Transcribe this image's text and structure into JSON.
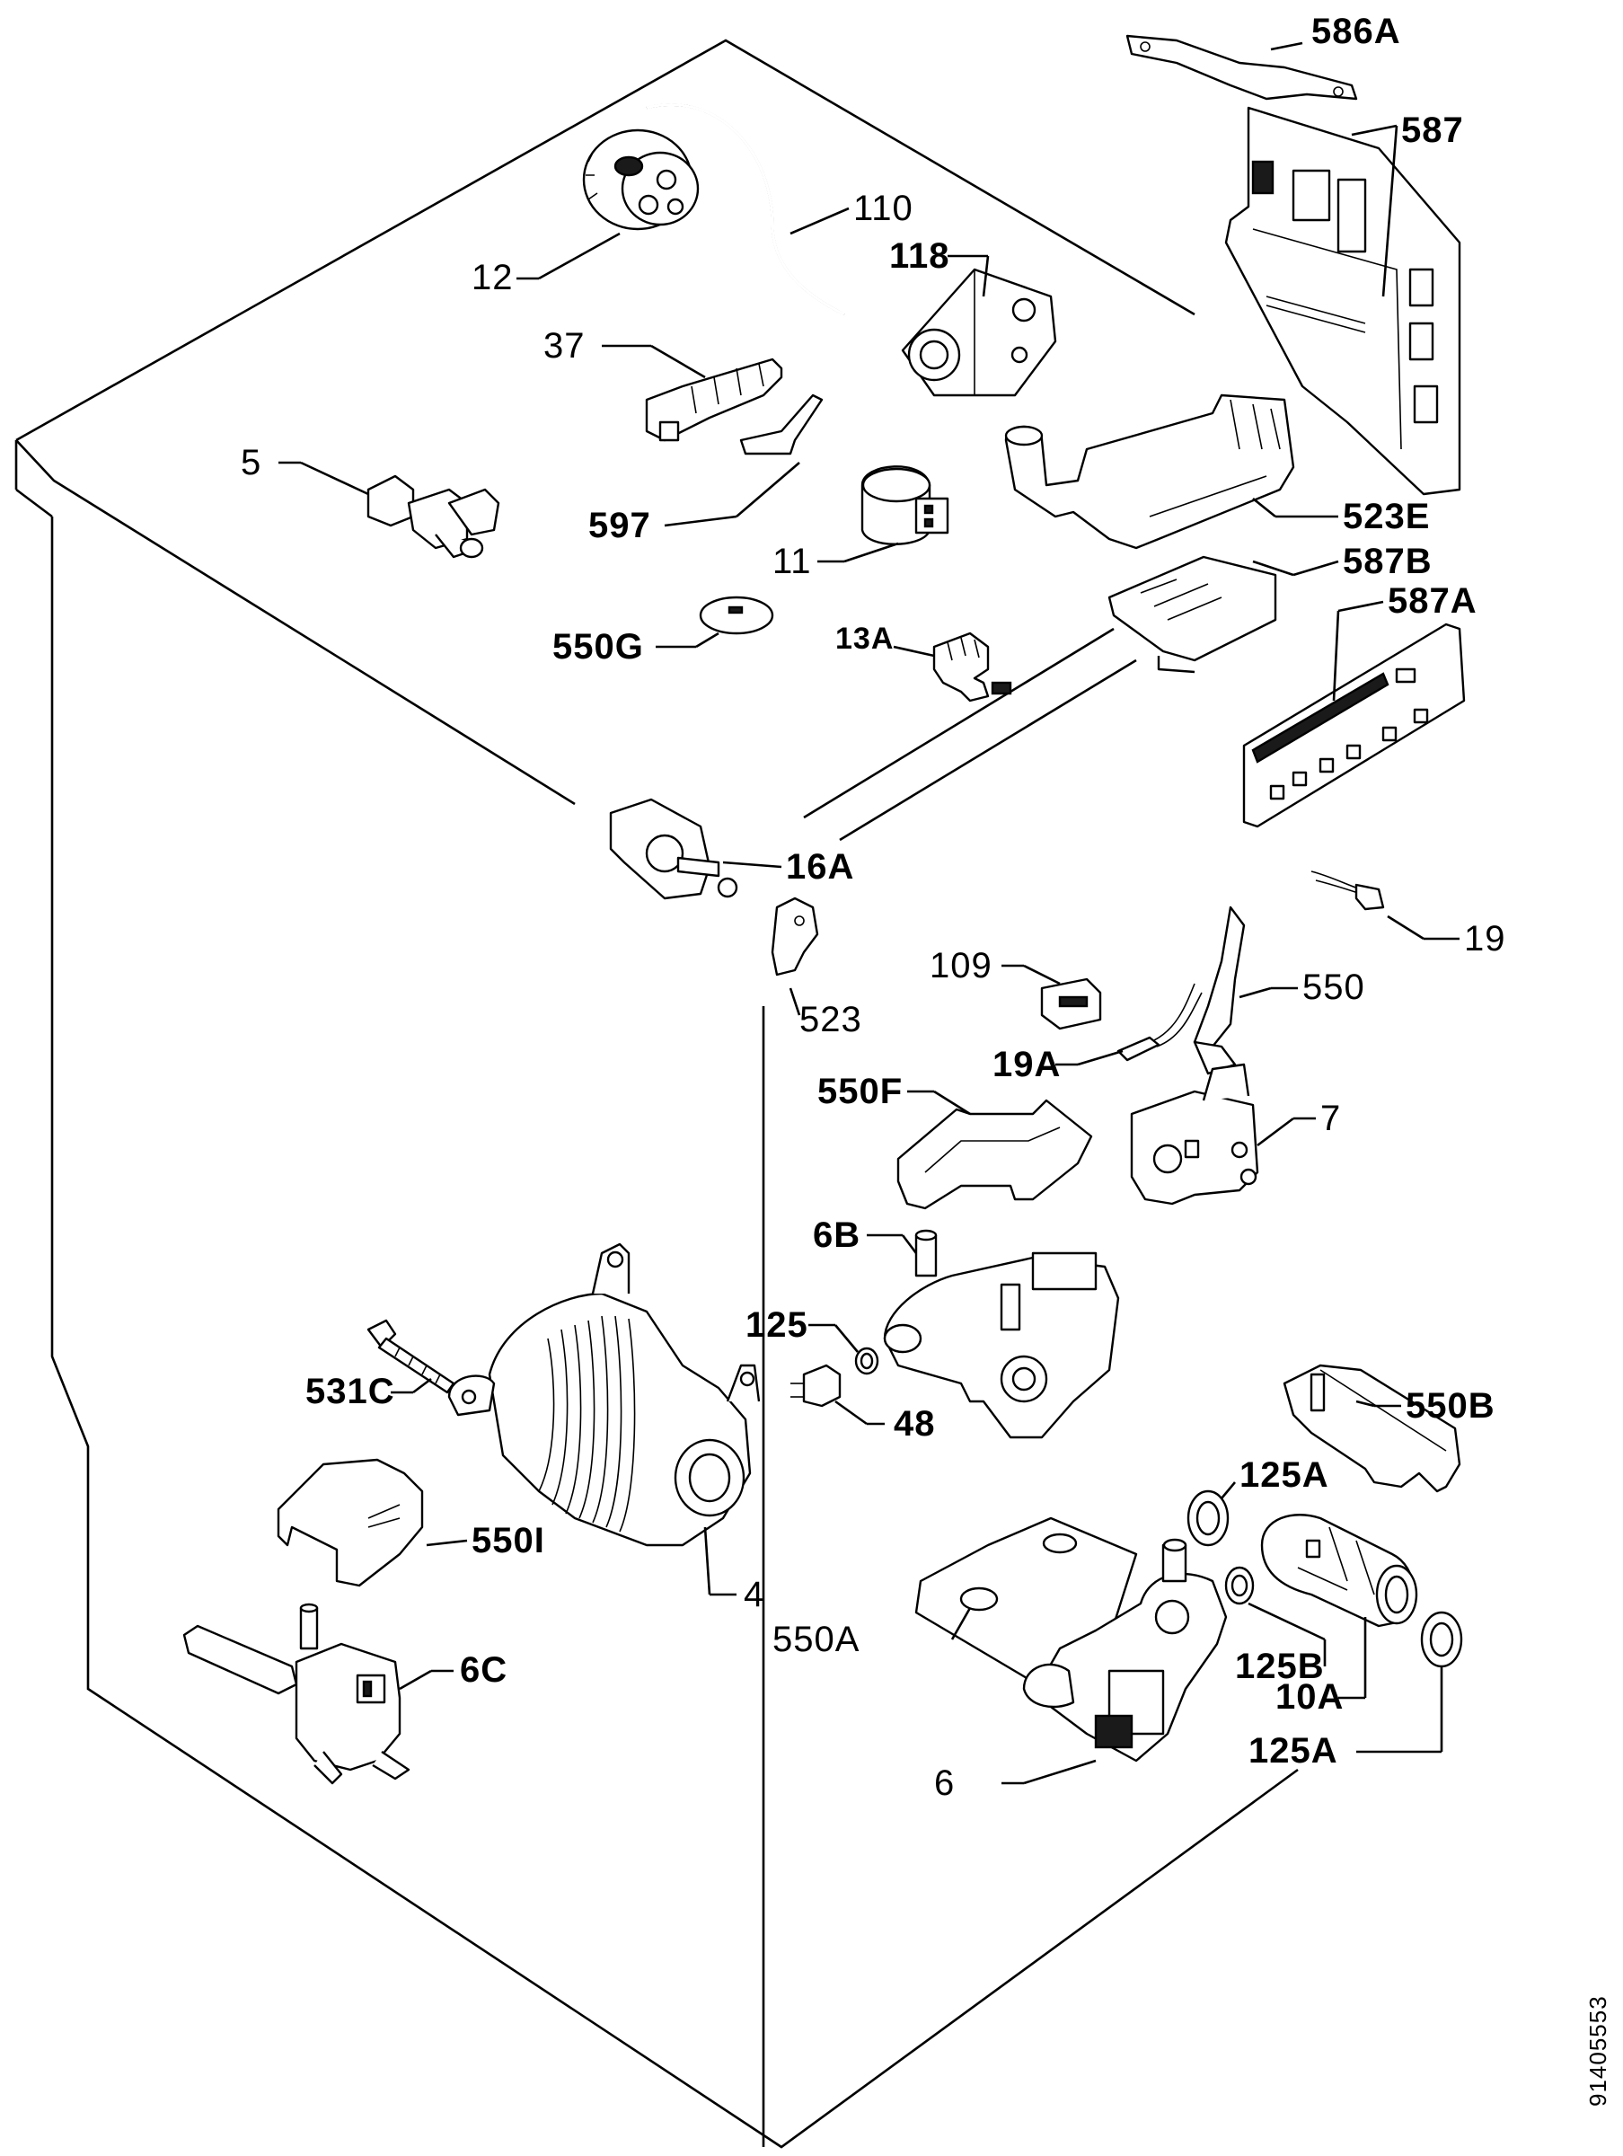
{
  "labels": {
    "l586A": "586A",
    "l587": "587",
    "l110": "110",
    "l12": "12",
    "l118": "118",
    "l37": "37",
    "l5": "5",
    "l597": "597",
    "l11": "11",
    "l523E": "523E",
    "l587B": "587B",
    "l587A": "587A",
    "l550G": "550G",
    "l13A": "13A",
    "l16A": "16A",
    "l19": "19",
    "l109": "109",
    "l550": "550",
    "l523": "523",
    "l19A": "19A",
    "l550F": "550F",
    "l7": "7",
    "l6B": "6B",
    "l125": "125",
    "l531C": "531C",
    "l48": "48",
    "l550B": "550B",
    "l125A_top": "125A",
    "l550I": "550I",
    "l4": "4",
    "l550A": "550A",
    "l6C": "6C",
    "l125B": "125B",
    "l10A": "10A",
    "l125A_bottom": "125A",
    "l6": "6"
  },
  "document_number": "91405553"
}
